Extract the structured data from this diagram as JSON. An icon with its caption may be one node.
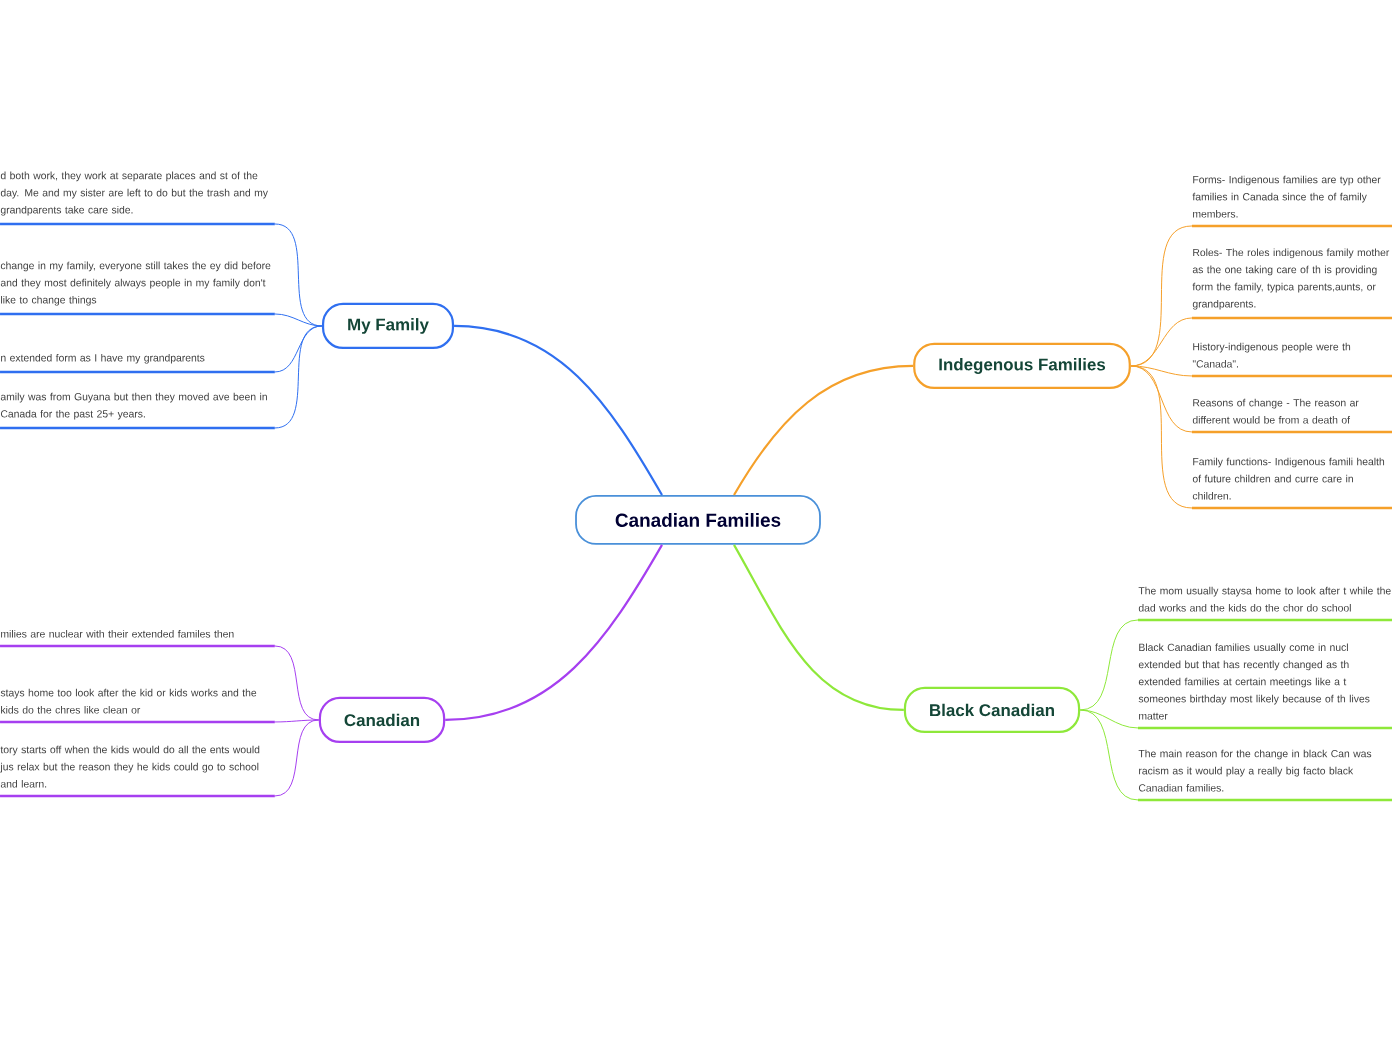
{
  "diagram": {
    "nodes": [
      {
        "text": [
          "Canadian Families"
        ]
      },
      {
        "text": [
          "My Family"
        ]
      },
      {
        "text": [
          "d both work, they work at separate places and st of the day. Me and my sister are left to do but the trash and my grandparents take care side."
        ]
      },
      {
        "text": [
          "change in my family, everyone still takes the ey did before and they most definitely always people in my family don't like to change things"
        ]
      },
      {
        "text": [
          "n extended form as I have my grandparents"
        ]
      },
      {
        "text": [
          "amily was from Guyana but then they moved ave been in Canada for the past 25+ years."
        ]
      },
      {
        "text": [
          "Canadian"
        ]
      },
      {
        "text": [
          "milies are nuclear with their extended familes then"
        ]
      },
      {
        "text": [
          "stays home too look after the kid or kids works and the kids do the chres like clean or"
        ]
      },
      {
        "text": [
          "tory starts off when the kids would do all the ents would jus relax but the reason they he kids could go to school and learn."
        ]
      },
      {
        "text": [
          "Indegenous Families"
        ]
      },
      {
        "text": [
          "Forms- Indigenous families are typ other families in Canada since the of family members."
        ]
      },
      {
        "text": [
          "Roles- The roles indigenous family mother as the one taking care of th is providing form the family, typica parents,aunts, or grandparents."
        ]
      },
      {
        "text": [
          "History-indigenous people were th \"Canada\"."
        ]
      },
      {
        "text": [
          "Reasons of change - The reason ar different would be from a death of"
        ]
      },
      {
        "text": [
          "Family functions- Indigenous famili health of future children and curre care in children."
        ]
      },
      {
        "text": [
          "Black Canadian"
        ]
      },
      {
        "text": [
          "The mom usually staysa home to look after t while the dad works and the kids do the chor do school"
        ]
      },
      {
        "text": [
          "Black Canadian families usually come in nucl extended but that has recently changed as th extended families at certain meetings like a t someones birthday most likely because of th lives matter"
        ]
      },
      {
        "text": [
          "The main reason for the change in black Can was racism as it would play a really big facto black Canadian families."
        ]
      }
    ],
    "edges": [
      {
        "from": 0,
        "to": 1,
        "arrow": "none",
        "color": "#2f6ff0"
      },
      {
        "from": 1,
        "to": 2,
        "arrow": "none",
        "color": "#2f6ff0"
      },
      {
        "from": 1,
        "to": 3,
        "arrow": "none",
        "color": "#2f6ff0"
      },
      {
        "from": 1,
        "to": 4,
        "arrow": "none",
        "color": "#2f6ff0"
      },
      {
        "from": 1,
        "to": 5,
        "arrow": "none",
        "color": "#2f6ff0"
      },
      {
        "from": 0,
        "to": 6,
        "arrow": "none",
        "color": "#a63ff0"
      },
      {
        "from": 6,
        "to": 7,
        "arrow": "none",
        "color": "#a63ff0"
      },
      {
        "from": 6,
        "to": 8,
        "arrow": "none",
        "color": "#a63ff0"
      },
      {
        "from": 6,
        "to": 9,
        "arrow": "none",
        "color": "#a63ff0"
      },
      {
        "from": 0,
        "to": 10,
        "arrow": "none",
        "color": "#f5a02a"
      },
      {
        "from": 10,
        "to": 11,
        "arrow": "none",
        "color": "#f5a02a"
      },
      {
        "from": 10,
        "to": 12,
        "arrow": "none",
        "color": "#f5a02a"
      },
      {
        "from": 10,
        "to": 13,
        "arrow": "none",
        "color": "#f5a02a"
      },
      {
        "from": 10,
        "to": 14,
        "arrow": "none",
        "color": "#f5a02a"
      },
      {
        "from": 10,
        "to": 15,
        "arrow": "none",
        "color": "#f5a02a"
      },
      {
        "from": 0,
        "to": 16,
        "arrow": "none",
        "color": "#8ee83a"
      },
      {
        "from": 16,
        "to": 17,
        "arrow": "none",
        "color": "#8ee83a"
      },
      {
        "from": 16,
        "to": 18,
        "arrow": "none",
        "color": "#8ee83a"
      },
      {
        "from": 16,
        "to": 19,
        "arrow": "none",
        "color": "#8ee83a"
      }
    ]
  }
}
